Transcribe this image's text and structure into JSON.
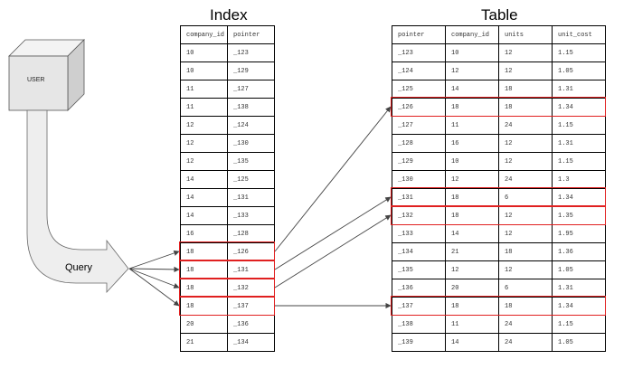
{
  "titles": {
    "index": "Index",
    "table": "Table"
  },
  "user_label": "USER",
  "query_label": "Query",
  "index": {
    "headers": [
      "company_id",
      "pointer"
    ],
    "rows": [
      [
        "10",
        "_123"
      ],
      [
        "10",
        "_129"
      ],
      [
        "11",
        "_127"
      ],
      [
        "11",
        "_138"
      ],
      [
        "12",
        "_124"
      ],
      [
        "12",
        "_130"
      ],
      [
        "12",
        "_135"
      ],
      [
        "14",
        "_125"
      ],
      [
        "14",
        "_131"
      ],
      [
        "14",
        "_133"
      ],
      [
        "16",
        "_128"
      ],
      [
        "18",
        "_126"
      ],
      [
        "18",
        "_131"
      ],
      [
        "18",
        "_132"
      ],
      [
        "18",
        "_137"
      ],
      [
        "20",
        "_136"
      ],
      [
        "21",
        "_134"
      ]
    ],
    "highlighted": [
      11,
      12,
      13,
      14
    ]
  },
  "table": {
    "headers": [
      "pointer",
      "company_id",
      "units",
      "unit_cost"
    ],
    "rows": [
      [
        "_123",
        "10",
        "12",
        "1.15"
      ],
      [
        "_124",
        "12",
        "12",
        "1.05"
      ],
      [
        "_125",
        "14",
        "18",
        "1.31"
      ],
      [
        "_126",
        "18",
        "18",
        "1.34"
      ],
      [
        "_127",
        "11",
        "24",
        "1.15"
      ],
      [
        "_128",
        "16",
        "12",
        "1.31"
      ],
      [
        "_129",
        "10",
        "12",
        "1.15"
      ],
      [
        "_130",
        "12",
        "24",
        "1.3"
      ],
      [
        "_131",
        "18",
        "6",
        "1.34"
      ],
      [
        "_132",
        "18",
        "12",
        "1.35"
      ],
      [
        "_133",
        "14",
        "12",
        "1.95"
      ],
      [
        "_134",
        "21",
        "18",
        "1.36"
      ],
      [
        "_135",
        "12",
        "12",
        "1.05"
      ],
      [
        "_136",
        "20",
        "6",
        "1.31"
      ],
      [
        "_137",
        "18",
        "18",
        "1.34"
      ],
      [
        "_138",
        "11",
        "24",
        "1.15"
      ],
      [
        "_139",
        "14",
        "24",
        "1.05"
      ]
    ],
    "highlighted": [
      3,
      8,
      9,
      14
    ]
  },
  "links": [
    [
      11,
      3
    ],
    [
      12,
      8
    ],
    [
      13,
      9
    ],
    [
      14,
      14
    ]
  ],
  "colors": {
    "highlight": "#e02020",
    "arrow": "#444444",
    "cube_front": "#e6e6e6",
    "cube_top": "#f3f3f3",
    "cube_side": "#cfcfcf",
    "query_arrow": "#eeeeee"
  }
}
